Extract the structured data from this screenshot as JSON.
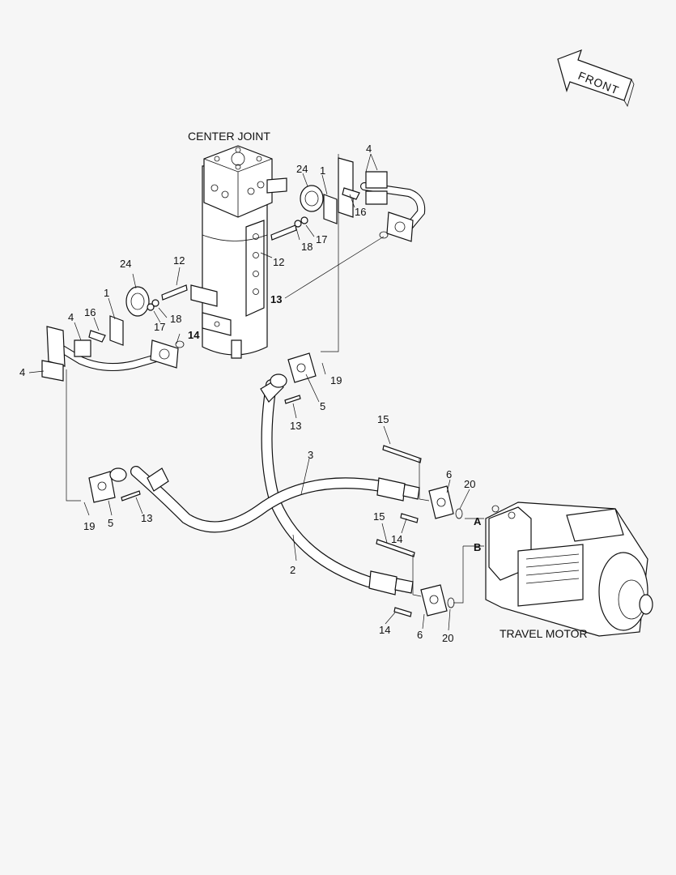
{
  "front_label": "FRONT",
  "titles": {
    "center_joint": "CENTER JOINT",
    "travel_motor": "TRAVEL MOTOR"
  },
  "callouts": [
    {
      "id": "c-4-top",
      "text": "4"
    },
    {
      "id": "c-24-top",
      "text": "24"
    },
    {
      "id": "c-1-top",
      "text": "1"
    },
    {
      "id": "c-16-top",
      "text": "16"
    },
    {
      "id": "c-17-top",
      "text": "17"
    },
    {
      "id": "c-18-top",
      "text": "18"
    },
    {
      "id": "c-12-mid",
      "text": "12"
    },
    {
      "id": "c-13-mid",
      "text": "13",
      "bold": true
    },
    {
      "id": "c-24-left",
      "text": "24"
    },
    {
      "id": "c-12-left",
      "text": "12"
    },
    {
      "id": "c-1-left",
      "text": "1"
    },
    {
      "id": "c-16-left",
      "text": "16"
    },
    {
      "id": "c-4-left-a",
      "text": "4"
    },
    {
      "id": "c-18-left",
      "text": "18"
    },
    {
      "id": "c-17-left",
      "text": "17"
    },
    {
      "id": "c-14-mid",
      "text": "14",
      "bold": true
    },
    {
      "id": "c-4-left-b",
      "text": "4"
    },
    {
      "id": "c-19-mid",
      "text": "19"
    },
    {
      "id": "c-5-mid",
      "text": "5"
    },
    {
      "id": "c-13-low",
      "text": "13"
    },
    {
      "id": "c-15-a",
      "text": "15"
    },
    {
      "id": "c-3",
      "text": "3"
    },
    {
      "id": "c-6-a",
      "text": "6"
    },
    {
      "id": "c-20-a",
      "text": "20"
    },
    {
      "id": "c-A",
      "text": "A",
      "bold": true
    },
    {
      "id": "c-19-left",
      "text": "19"
    },
    {
      "id": "c-5-left",
      "text": "5"
    },
    {
      "id": "c-13-left",
      "text": "13"
    },
    {
      "id": "c-15-b",
      "text": "15"
    },
    {
      "id": "c-14-a",
      "text": "14"
    },
    {
      "id": "c-B",
      "text": "B",
      "bold": true
    },
    {
      "id": "c-2",
      "text": "2"
    },
    {
      "id": "c-14-b",
      "text": "14"
    },
    {
      "id": "c-6-b",
      "text": "6"
    },
    {
      "id": "c-20-b",
      "text": "20"
    }
  ]
}
